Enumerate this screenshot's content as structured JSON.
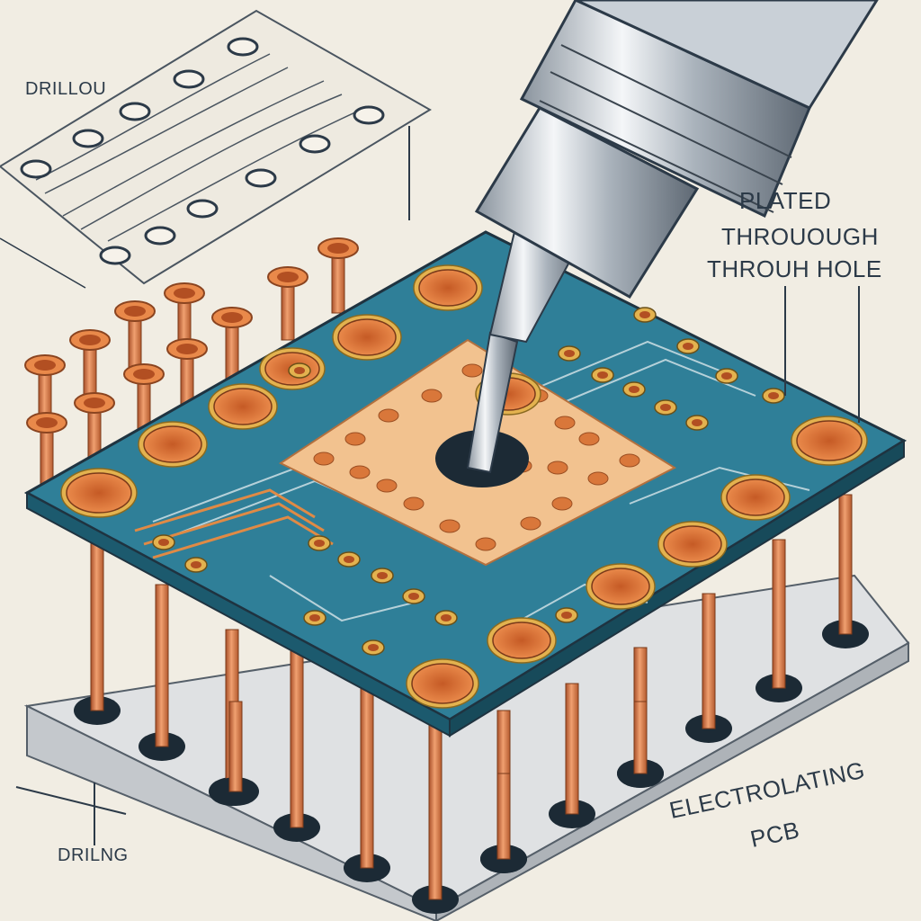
{
  "labels": {
    "drill_top": "DRILLOU",
    "plated_line1": "PLATED",
    "plated_line2": "THROUOUGH",
    "plated_line3": "THROUH HOLE",
    "drilling_bottom": "DRILNG",
    "electro_line1": "ELECTROLATING",
    "electro_line2": "PCB"
  },
  "colors": {
    "background": "#f1ede3",
    "pcb_green": "#2f7f98",
    "copper": "#d9773a",
    "copper_pad": "#f2c28f",
    "base_plate": "#dfe1e3",
    "ink": "#2c3a48",
    "steel": "#b8c1ca"
  },
  "icons": [
    "drill-bit-icon",
    "copper-pin-icon",
    "plated-hole-icon"
  ]
}
